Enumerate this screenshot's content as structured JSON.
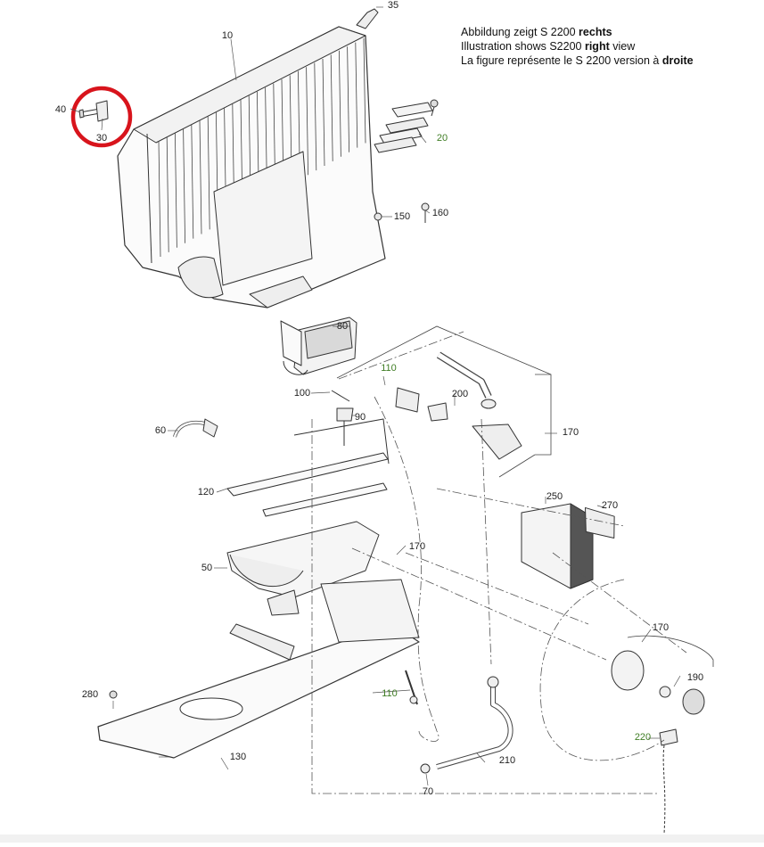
{
  "caption": {
    "de": {
      "pre": "Abbildung zeigt S 2200 ",
      "bold": "rechts",
      "post": ""
    },
    "en": {
      "pre": "Illustration shows S2200 ",
      "bold": "right",
      "post": " view"
    },
    "fr": {
      "pre": "La figure représente le S 2200 version à ",
      "bold": "droite",
      "post": ""
    }
  },
  "colors": {
    "callout_default": "#222222",
    "callout_highlight": "#3f7d24",
    "marker": "#d8141c",
    "line": "#555555"
  },
  "parts": [
    {
      "id": "10",
      "label": "10",
      "color": "default"
    },
    {
      "id": "20",
      "label": "20",
      "color": "highlight"
    },
    {
      "id": "30",
      "label": "30",
      "color": "default"
    },
    {
      "id": "35",
      "label": "35",
      "color": "default"
    },
    {
      "id": "40",
      "label": "40",
      "color": "default"
    },
    {
      "id": "50",
      "label": "50",
      "color": "default"
    },
    {
      "id": "60",
      "label": "60",
      "color": "default"
    },
    {
      "id": "70",
      "label": "70",
      "color": "default"
    },
    {
      "id": "80",
      "label": "80",
      "color": "default"
    },
    {
      "id": "90",
      "label": "90",
      "color": "default"
    },
    {
      "id": "100",
      "label": "100",
      "color": "default"
    },
    {
      "id": "110a",
      "label": "110",
      "color": "highlight"
    },
    {
      "id": "110b",
      "label": "110",
      "color": "highlight"
    },
    {
      "id": "120",
      "label": "120",
      "color": "default"
    },
    {
      "id": "130",
      "label": "130",
      "color": "default"
    },
    {
      "id": "150",
      "label": "150",
      "color": "default"
    },
    {
      "id": "160",
      "label": "160",
      "color": "default"
    },
    {
      "id": "170a",
      "label": "170",
      "color": "default"
    },
    {
      "id": "170b",
      "label": "170",
      "color": "default"
    },
    {
      "id": "170c",
      "label": "170",
      "color": "default"
    },
    {
      "id": "190",
      "label": "190",
      "color": "default"
    },
    {
      "id": "200",
      "label": "200",
      "color": "default"
    },
    {
      "id": "210",
      "label": "210",
      "color": "default"
    },
    {
      "id": "220",
      "label": "220",
      "color": "highlight"
    },
    {
      "id": "250",
      "label": "250",
      "color": "default"
    },
    {
      "id": "270",
      "label": "270",
      "color": "default"
    },
    {
      "id": "280",
      "label": "280",
      "color": "default"
    }
  ],
  "highlight_marker": {
    "target": "30",
    "shape": "circle"
  }
}
